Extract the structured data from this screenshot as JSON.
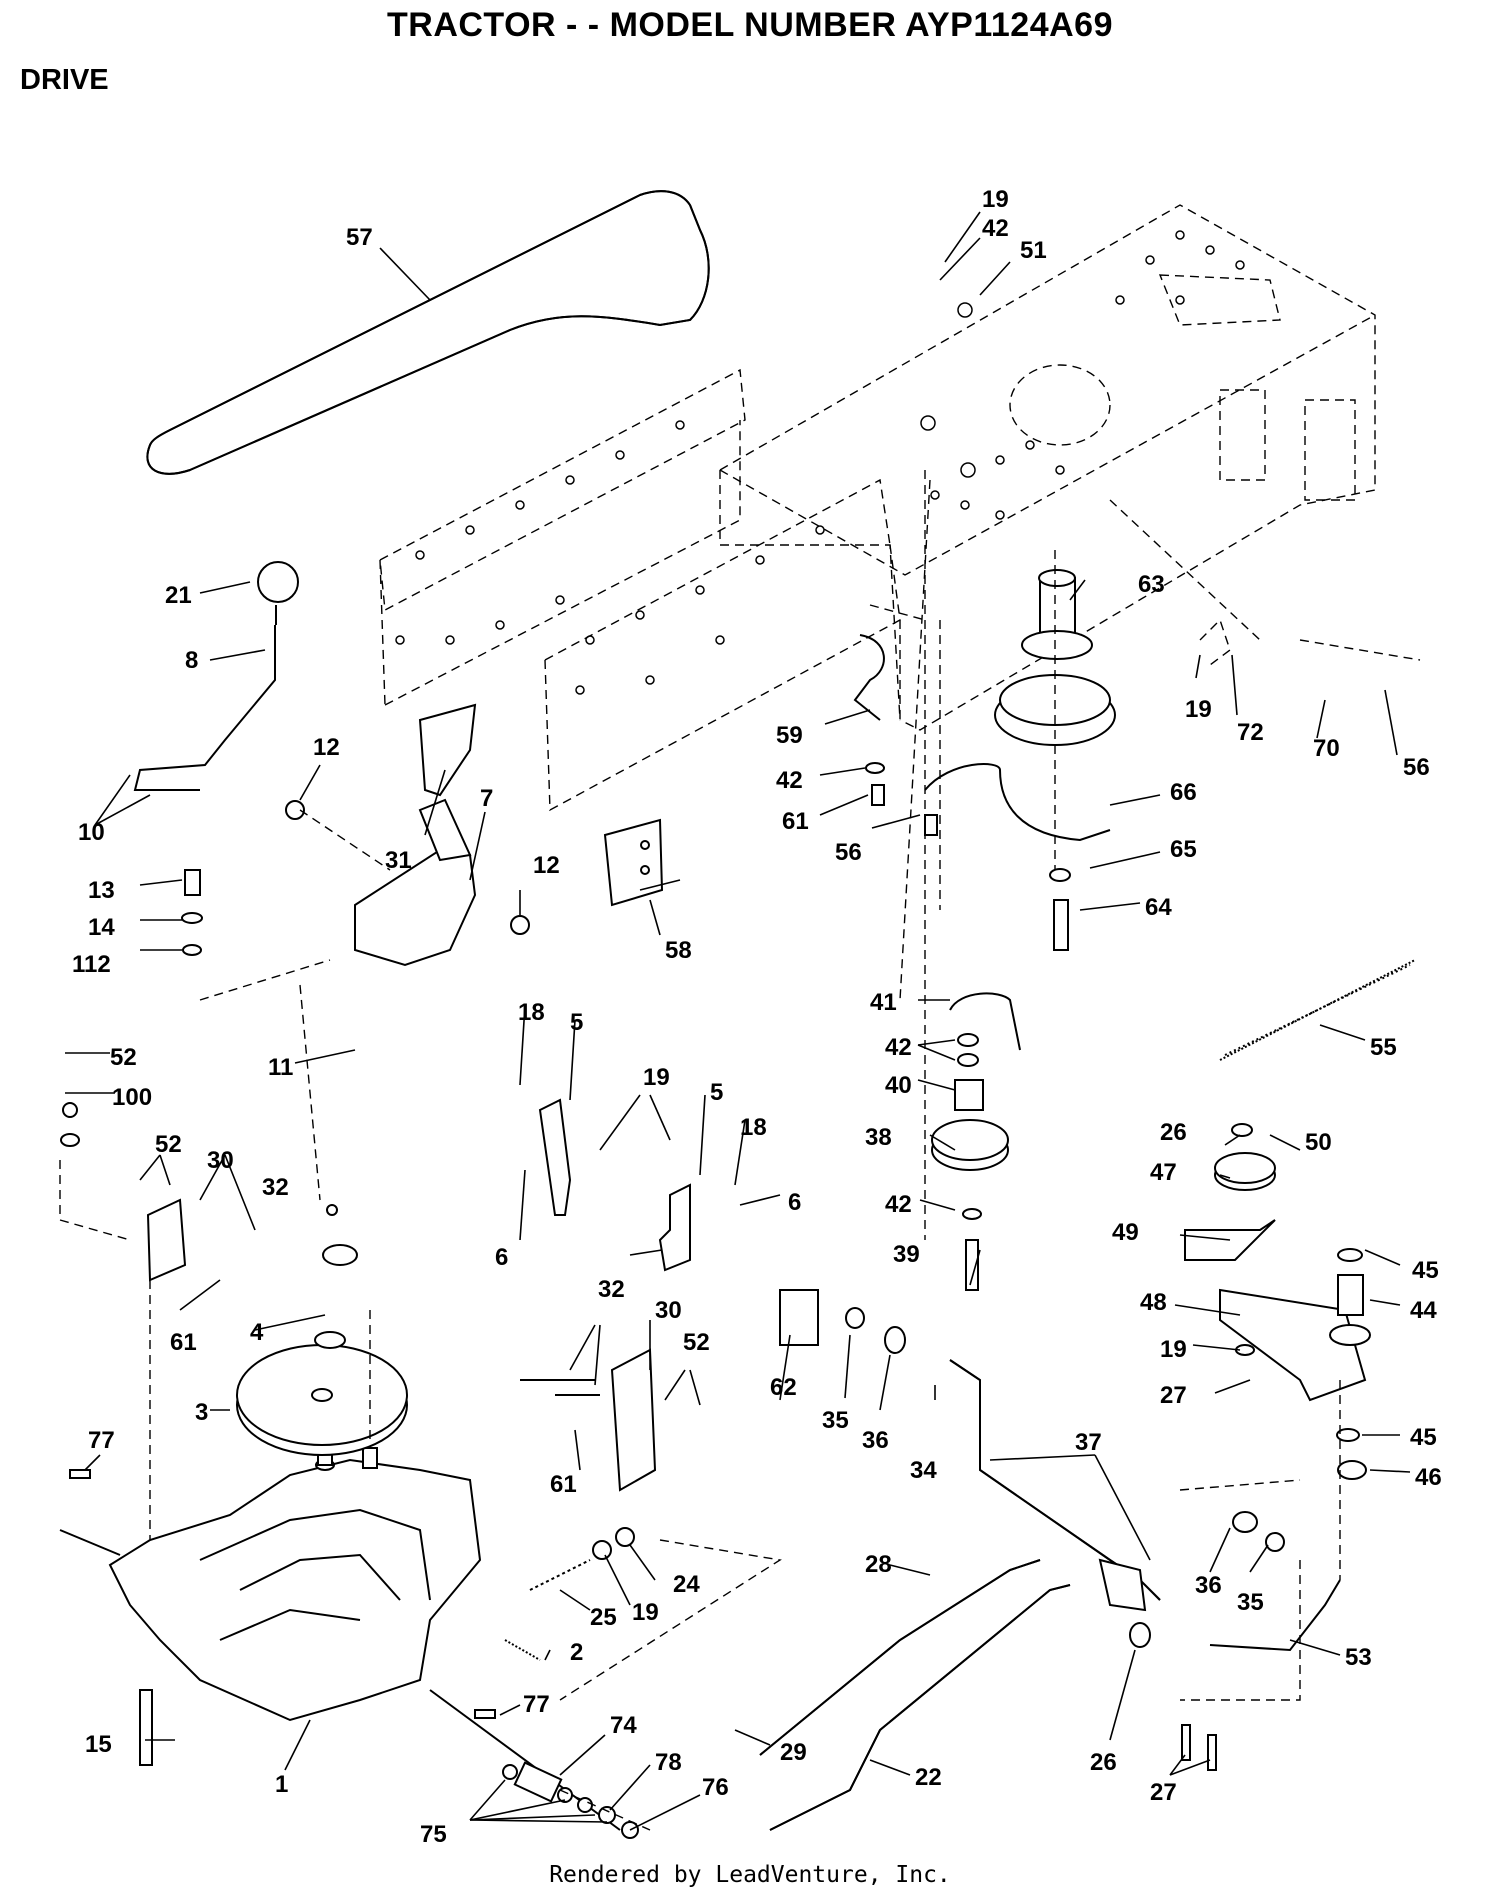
{
  "header": {
    "title": "TRACTOR - - MODEL NUMBER AYP1124A69",
    "section": "DRIVE"
  },
  "footer": {
    "text": "Rendered by LeadVenture, Inc."
  },
  "callouts": [
    {
      "id": "c57",
      "label": "57"
    },
    {
      "id": "c19a",
      "label": "19"
    },
    {
      "id": "c42a",
      "label": "42"
    },
    {
      "id": "c51",
      "label": "51"
    },
    {
      "id": "c21",
      "label": "21"
    },
    {
      "id": "c8",
      "label": "8"
    },
    {
      "id": "c63",
      "label": "63"
    },
    {
      "id": "c19b",
      "label": "19"
    },
    {
      "id": "c72",
      "label": "72"
    },
    {
      "id": "c70",
      "label": "70"
    },
    {
      "id": "c56a",
      "label": "56"
    },
    {
      "id": "c59",
      "label": "59"
    },
    {
      "id": "c42b",
      "label": "42"
    },
    {
      "id": "c61a",
      "label": "61"
    },
    {
      "id": "c56b",
      "label": "56"
    },
    {
      "id": "c66",
      "label": "66"
    },
    {
      "id": "c65",
      "label": "65"
    },
    {
      "id": "c64",
      "label": "64"
    },
    {
      "id": "c12a",
      "label": "12"
    },
    {
      "id": "c10",
      "label": "10"
    },
    {
      "id": "c31",
      "label": "31"
    },
    {
      "id": "c7",
      "label": "7"
    },
    {
      "id": "c12b",
      "label": "12"
    },
    {
      "id": "c13",
      "label": "13"
    },
    {
      "id": "c14",
      "label": "14"
    },
    {
      "id": "c112",
      "label": "112"
    },
    {
      "id": "c58",
      "label": "58"
    },
    {
      "id": "c41",
      "label": "41"
    },
    {
      "id": "c42c",
      "label": "42"
    },
    {
      "id": "c55",
      "label": "55"
    },
    {
      "id": "c40",
      "label": "40"
    },
    {
      "id": "c18a",
      "label": "18"
    },
    {
      "id": "c5a",
      "label": "5"
    },
    {
      "id": "c11",
      "label": "11"
    },
    {
      "id": "c52a",
      "label": "52"
    },
    {
      "id": "c100",
      "label": "100"
    },
    {
      "id": "c19c",
      "label": "19"
    },
    {
      "id": "c5b",
      "label": "5"
    },
    {
      "id": "c18b",
      "label": "18"
    },
    {
      "id": "c6a",
      "label": "6"
    },
    {
      "id": "c6b",
      "label": "6"
    },
    {
      "id": "c52b",
      "label": "52"
    },
    {
      "id": "c30a",
      "label": "30"
    },
    {
      "id": "c32a",
      "label": "32"
    },
    {
      "id": "c38",
      "label": "38"
    },
    {
      "id": "c26a",
      "label": "26"
    },
    {
      "id": "c50",
      "label": "50"
    },
    {
      "id": "c47",
      "label": "47"
    },
    {
      "id": "c42d",
      "label": "42"
    },
    {
      "id": "c39",
      "label": "39"
    },
    {
      "id": "c49",
      "label": "49"
    },
    {
      "id": "c45a",
      "label": "45"
    },
    {
      "id": "c61b",
      "label": "61"
    },
    {
      "id": "c4",
      "label": "4"
    },
    {
      "id": "c32b",
      "label": "32"
    },
    {
      "id": "c30b",
      "label": "30"
    },
    {
      "id": "c52c",
      "label": "52"
    },
    {
      "id": "c62",
      "label": "62"
    },
    {
      "id": "c48",
      "label": "48"
    },
    {
      "id": "c44",
      "label": "44"
    },
    {
      "id": "c19d",
      "label": "19"
    },
    {
      "id": "c3",
      "label": "3"
    },
    {
      "id": "c35a",
      "label": "35"
    },
    {
      "id": "c36a",
      "label": "36"
    },
    {
      "id": "c34",
      "label": "34"
    },
    {
      "id": "c27a",
      "label": "27"
    },
    {
      "id": "c61c",
      "label": "61"
    },
    {
      "id": "c37",
      "label": "37"
    },
    {
      "id": "c45b",
      "label": "45"
    },
    {
      "id": "c46",
      "label": "46"
    },
    {
      "id": "c77a",
      "label": "77"
    },
    {
      "id": "c24",
      "label": "24"
    },
    {
      "id": "c28",
      "label": "28"
    },
    {
      "id": "c19e",
      "label": "19"
    },
    {
      "id": "c25",
      "label": "25"
    },
    {
      "id": "c36b",
      "label": "36"
    },
    {
      "id": "c35b",
      "label": "35"
    },
    {
      "id": "c2",
      "label": "2"
    },
    {
      "id": "c53",
      "label": "53"
    },
    {
      "id": "c77b",
      "label": "77"
    },
    {
      "id": "c74",
      "label": "74"
    },
    {
      "id": "c29",
      "label": "29"
    },
    {
      "id": "c26b",
      "label": "26"
    },
    {
      "id": "c15",
      "label": "15"
    },
    {
      "id": "c1",
      "label": "1"
    },
    {
      "id": "c78",
      "label": "78"
    },
    {
      "id": "c76",
      "label": "76"
    },
    {
      "id": "c22",
      "label": "22"
    },
    {
      "id": "c27b",
      "label": "27"
    },
    {
      "id": "c75",
      "label": "75"
    }
  ]
}
